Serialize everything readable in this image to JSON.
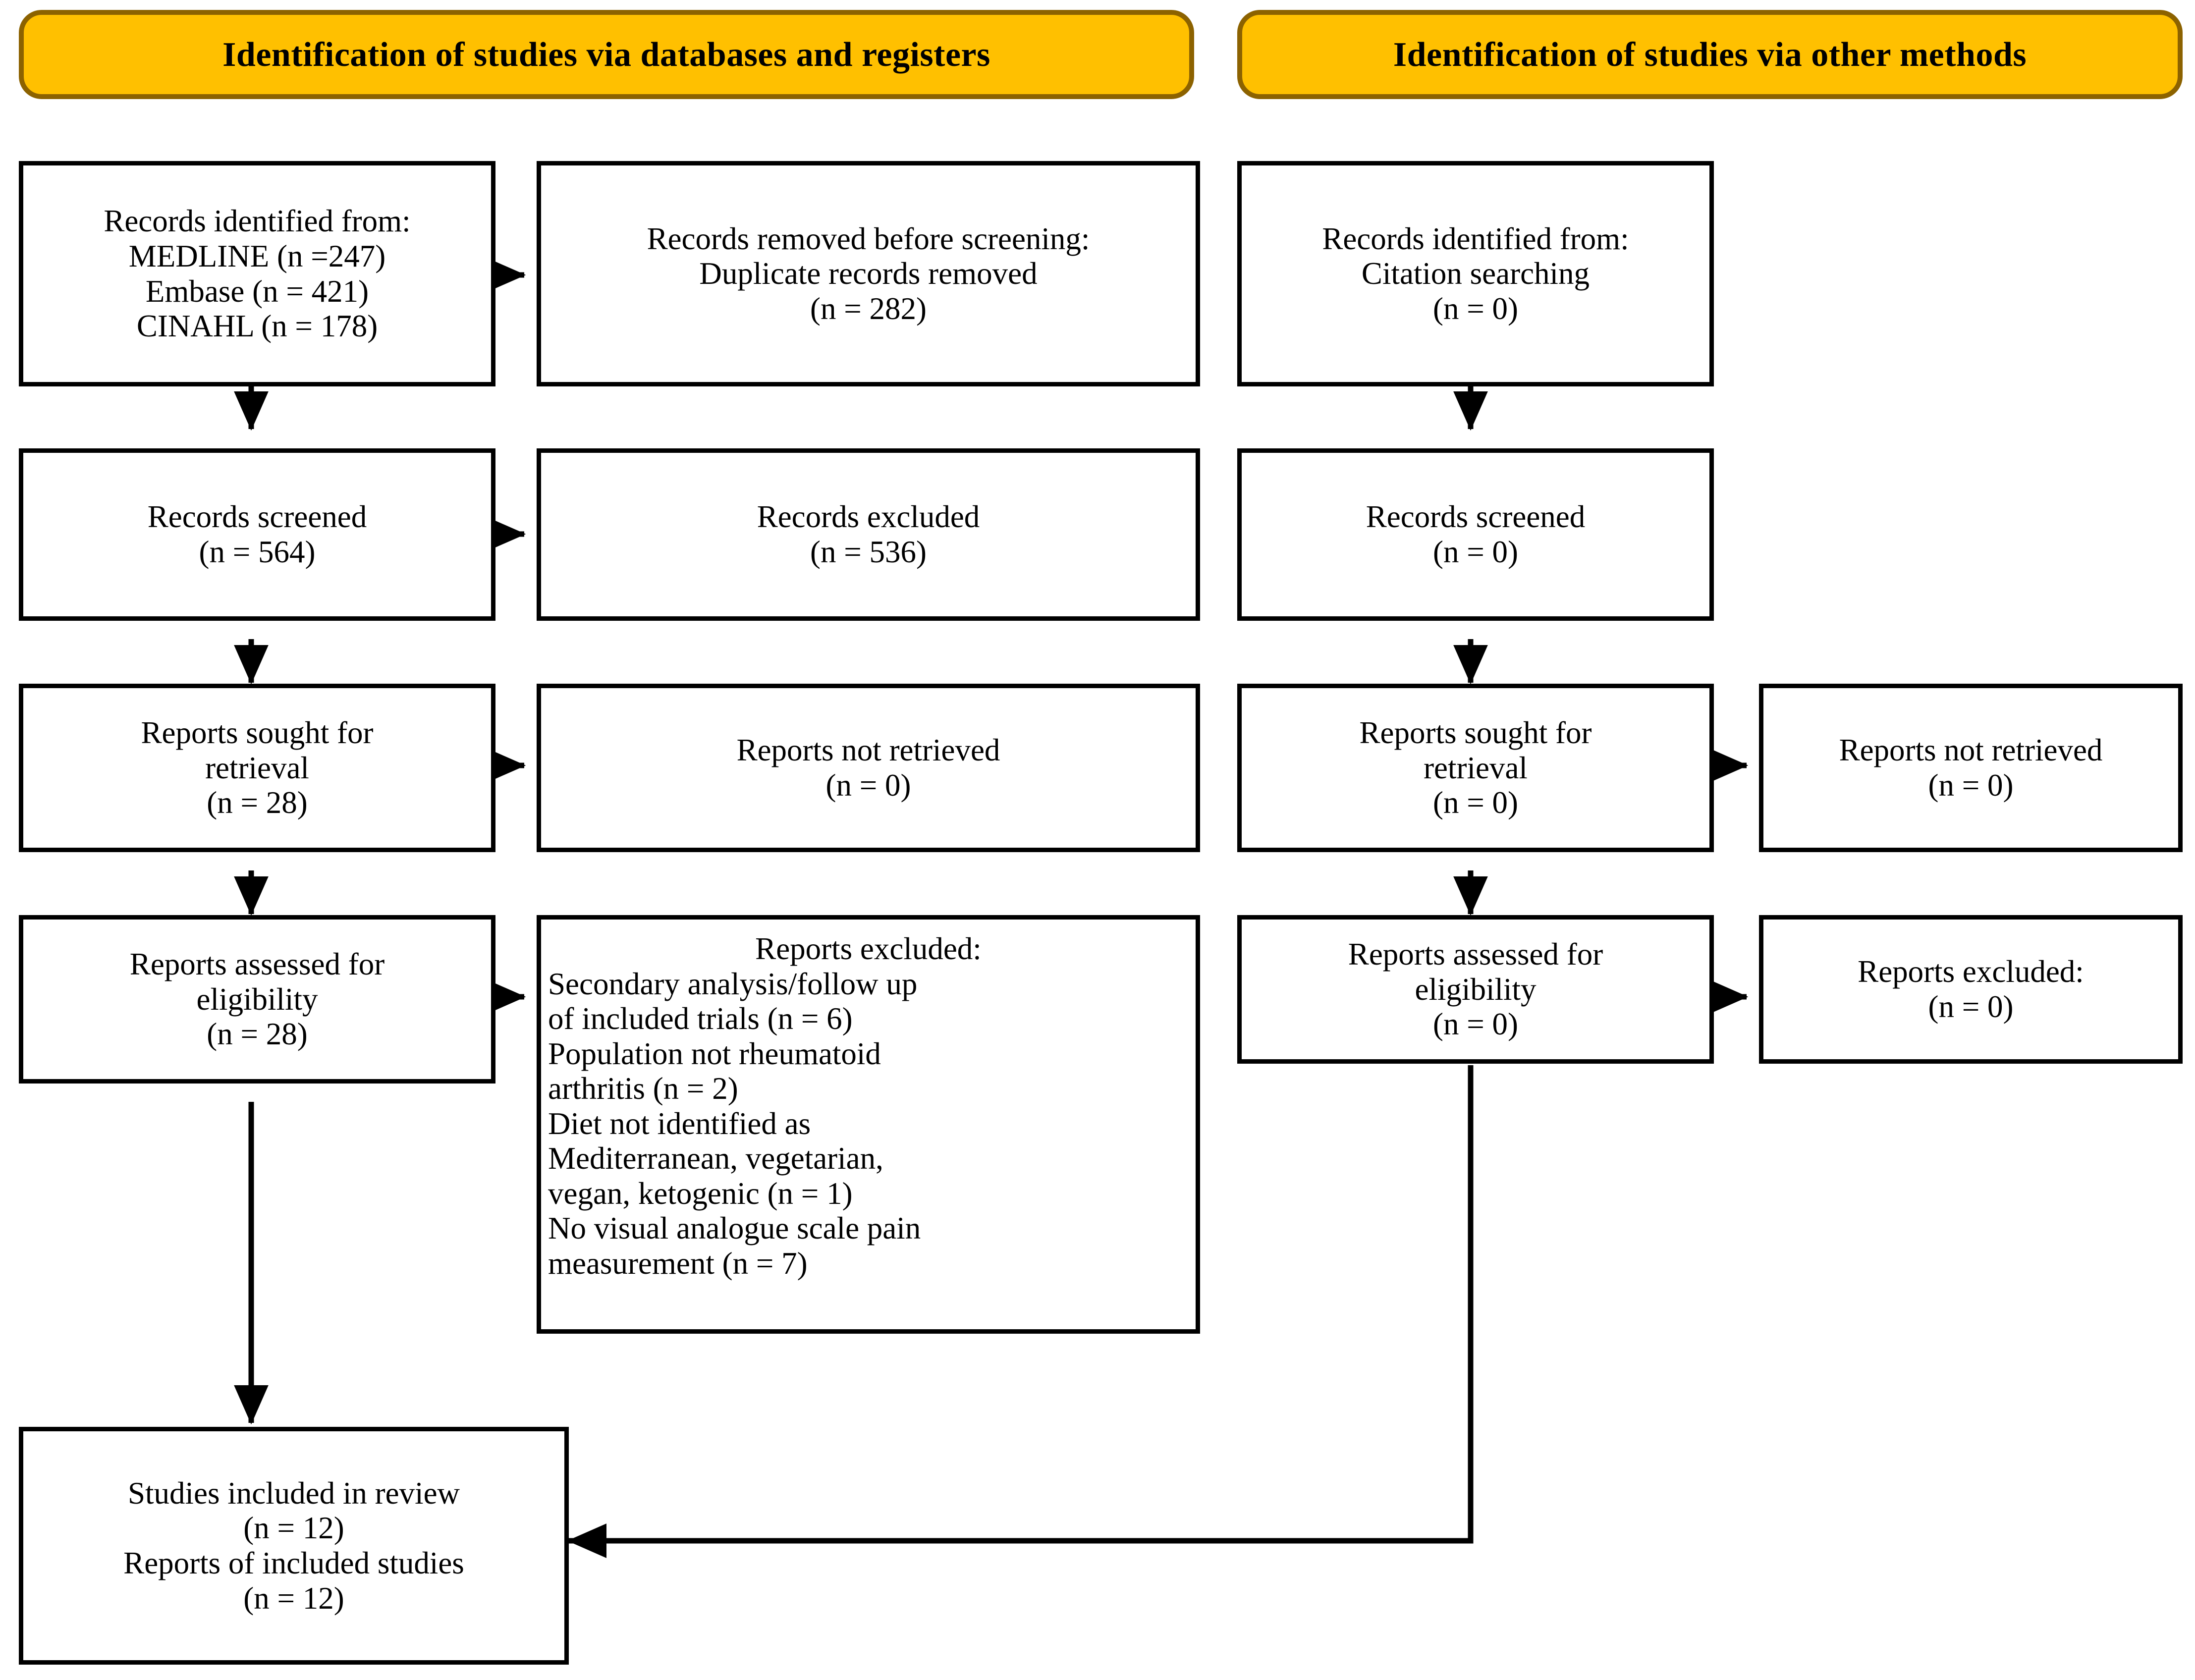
{
  "diagram": {
    "type": "prisma-flow-diagram",
    "colors": {
      "banner_fill": "#FFC000",
      "banner_border": "#8C6200",
      "box_border": "#000000",
      "text": "#000000",
      "background": "#FFFFFF"
    }
  },
  "banners": {
    "left": "Identification of studies via databases and registers",
    "right": "Identification of studies via other methods"
  },
  "left_column": {
    "identification": {
      "lines": [
        "Records identified from:",
        "MEDLINE (n =247)",
        "Embase (n = 421)",
        "CINAHL (n = 178)"
      ]
    },
    "removed_before_screening": {
      "lines": [
        "Records removed before screening:",
        "Duplicate records removed",
        "(n = 282)"
      ]
    },
    "records_screened": {
      "lines": [
        "Records screened",
        "(n = 564)"
      ]
    },
    "records_excluded": {
      "lines": [
        "Records excluded",
        "(n = 536)"
      ]
    },
    "reports_sought": {
      "lines": [
        "Reports sought for",
        "retrieval",
        "(n = 28)"
      ]
    },
    "reports_not_retrieved": {
      "lines": [
        "Reports not retrieved",
        "(n = 0)"
      ]
    },
    "reports_assessed": {
      "lines": [
        "Reports assessed for",
        "eligibility",
        "(n = 28)"
      ]
    },
    "reports_excluded": {
      "heading": "Reports excluded:",
      "lines": [
        "Secondary analysis/follow up",
        "of included trials (n = 6)",
        "Population not rheumatoid",
        "arthritis (n = 2)",
        "Diet not identified as",
        "Mediterranean, vegetarian,",
        "vegan, ketogenic (n = 1)",
        "No visual analogue scale pain",
        "measurement (n = 7)"
      ]
    }
  },
  "right_column": {
    "identification": {
      "lines": [
        "Records identified from:",
        "Citation searching",
        "(n = 0)"
      ]
    },
    "records_screened": {
      "lines": [
        "Records screened",
        "(n = 0)"
      ]
    },
    "reports_sought": {
      "lines": [
        "Reports sought for",
        "retrieval",
        "(n = 0)"
      ]
    },
    "reports_not_retrieved": {
      "lines": [
        "Reports not retrieved",
        "(n = 0)"
      ]
    },
    "reports_assessed": {
      "lines": [
        "Reports assessed for",
        "eligibility",
        "(n = 0)"
      ]
    },
    "reports_excluded": {
      "lines": [
        "Reports excluded:",
        "(n = 0)"
      ]
    }
  },
  "included": {
    "lines": [
      "Studies included in review",
      "(n = 12)",
      "Reports of included studies",
      "(n = 12)"
    ]
  }
}
